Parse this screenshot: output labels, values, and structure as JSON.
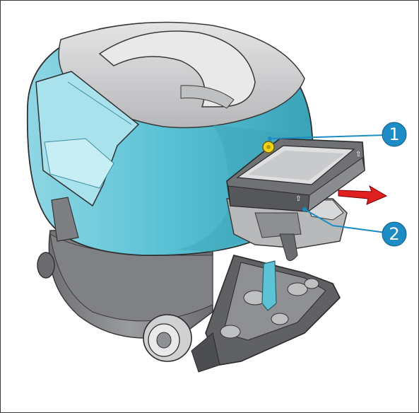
{
  "figure": {
    "colors": {
      "body": "#5cc3d6",
      "body_dark": "#3ea3b8",
      "body_light": "#a9e1ec",
      "grey": "#8e9093",
      "grey_dark": "#5f6164",
      "grey_light": "#c7c8ca",
      "top_light": "#dadadb",
      "callout": "#1d8cc4",
      "arrow": "#e02020"
    },
    "callouts": [
      {
        "number": "1",
        "icon": "filter-latch"
      },
      {
        "number": "2",
        "icon": "filter-cassette"
      }
    ],
    "arrow_icon": "pull-direction-arrow"
  }
}
